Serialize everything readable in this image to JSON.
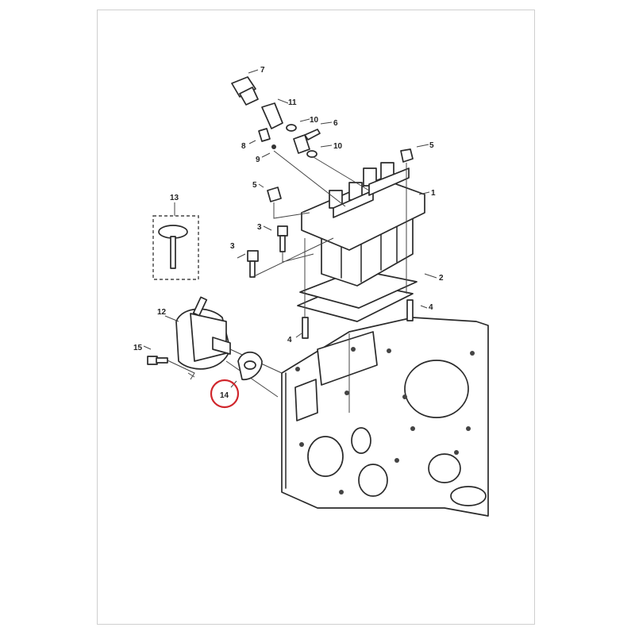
{
  "diagram": {
    "type": "exploded parts diagram - fuel injection pump and fuel feed pump",
    "callouts": [
      "7",
      "11",
      "10",
      "6",
      "8",
      "9",
      "10",
      "5",
      "1",
      "5",
      "13",
      "3",
      "3",
      "2",
      "4",
      "12",
      "4",
      "15",
      "14"
    ],
    "highlighted_callout": "14",
    "highlight_color": "#d0262c"
  }
}
